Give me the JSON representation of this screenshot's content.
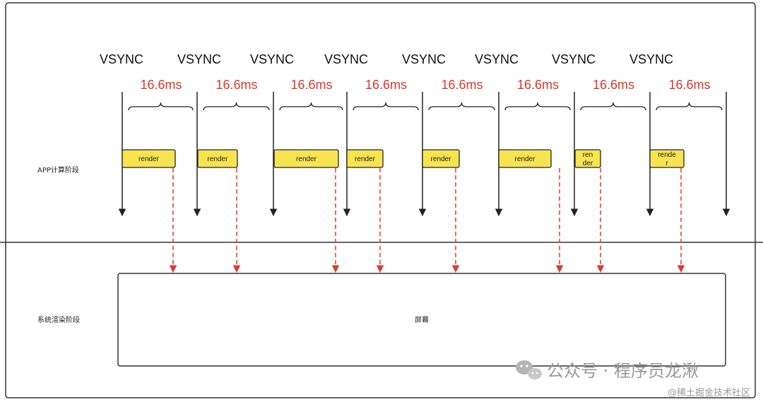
{
  "stages": {
    "app": "APP计算阶段",
    "system": "系统渲染阶段"
  },
  "screen": {
    "label": "屏幕"
  },
  "vsync_label": "VSYNC",
  "interval_label": "16.6ms",
  "frames": [
    {
      "vsync": "VSYNC",
      "interval": "16.6ms",
      "render": [
        "render"
      ]
    },
    {
      "vsync": "VSYNC",
      "interval": "16.6ms",
      "render": [
        "render"
      ]
    },
    {
      "vsync": "VSYNC",
      "interval": "16.6ms",
      "render": [
        "render"
      ]
    },
    {
      "vsync": "VSYNC",
      "interval": "16.6ms",
      "render": [
        "render"
      ]
    },
    {
      "vsync": "VSYNC",
      "interval": "16.6ms",
      "render": [
        "render"
      ]
    },
    {
      "vsync": "VSYNC",
      "interval": "16.6ms",
      "render": [
        "render"
      ]
    },
    {
      "vsync": "VSYNC",
      "interval": "16.6ms",
      "render": [
        "ren",
        "der"
      ]
    },
    {
      "vsync": "VSYNC",
      "interval": "16.6ms",
      "render": [
        "rende",
        "r"
      ]
    }
  ],
  "watermark": {
    "main": "公众号 · 程序员龙湫",
    "sub": "@稀土掘金技术社区"
  },
  "colors": {
    "interval": "#d63a2b",
    "render_fill": "#f7e450",
    "arrow": "#e0392b",
    "line": "#222222"
  }
}
